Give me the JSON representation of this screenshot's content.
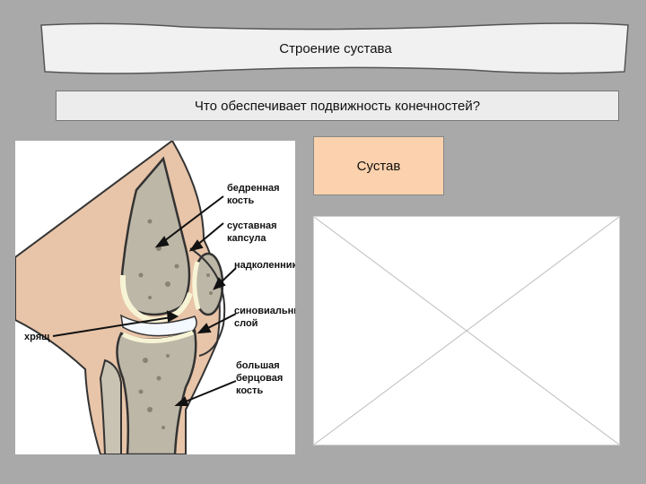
{
  "slide": {
    "title": "Строение сустава",
    "question": "Что обеспечивает подвижность конечностей?",
    "answer": "Сустав"
  },
  "diagram": {
    "labels": {
      "femur_line1": "бедренная",
      "femur_line2": "кость",
      "capsule_line1": "суставная",
      "capsule_line2": "капсула",
      "patella": "надколенник",
      "synovial_line1": "синовиальный",
      "synovial_line2": "слой",
      "cartilage": "хрящ",
      "tibia_line1": "большая",
      "tibia_line2": "берцовая",
      "tibia_line3": "кость"
    }
  },
  "colors": {
    "background": "#a9a9a9",
    "answer_box": "#fbd2ad",
    "skin": "#e8c4a8",
    "bone": "#bdb7a7",
    "cartilage": "#f7f4d6"
  }
}
